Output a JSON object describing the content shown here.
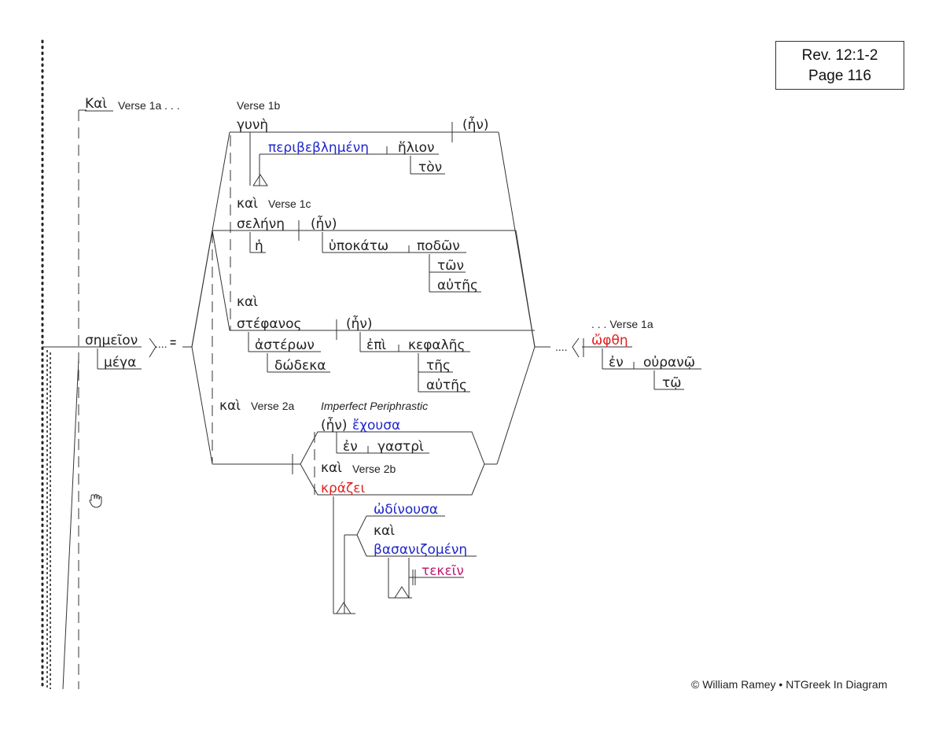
{
  "header": {
    "reference": "Rev. 12:1-2",
    "page": "Page 116"
  },
  "footer": {
    "copyright": "© William Ramey • NTGreek In Diagram"
  },
  "labels": {
    "verse_1a": "Verse 1a . . .",
    "verse_1b": "Verse 1b",
    "verse_1c": "Verse 1c",
    "verse_2a": "Verse 2a",
    "verse_2b": "Verse 2b",
    "verse_1a_end": ". . . Verse 1a",
    "imperfect_periphrastic": "Imperfect Periphrastic",
    "equals": "=",
    "dots_left": "....",
    "dots_right": "...."
  },
  "words": {
    "kai_main": "Καὶ",
    "gyne": "γυνὴ",
    "en_1": "(ἦν)",
    "peribeblemene": "περιβεβλημένη",
    "helion": "ἥλιον",
    "ton": "τὸν",
    "kai_1c": "καὶ",
    "selene": "σελήνη",
    "he": "ἡ",
    "en_2": "(ἦν)",
    "hypokato": "ὑποκάτω",
    "podon": "ποδῶν",
    "ton_pl": "τῶν",
    "autes_1": "αὐτῆς",
    "kai_3": "καὶ",
    "stephanos": "στέφανος",
    "en_3": "(ἦν)",
    "asteron": "ἀστέρων",
    "dodeka": "δώδεκα",
    "epi": "ἐπὶ",
    "kephales": "κεφαλῆς",
    "tes": "τῆς",
    "autes_2": "αὐτῆς",
    "semeion": "σημεῖον",
    "mega": "μέγα",
    "ophthe": "ὤφθη",
    "en_prep": "ἐν",
    "ourano": "οὐρανῷ",
    "to": "τῷ",
    "kai_2a": "καὶ",
    "en_4": "(ἦν)",
    "echousa": "ἔχουσα",
    "en_gastri": "ἐν",
    "gastri": "γαστρὶ",
    "kai_2b": "καὶ",
    "krazei": "κράζει",
    "odinousa": "ὠδίνουσα",
    "kai_4": "καὶ",
    "basanizomene": "βασανιζομένη",
    "tekein": "τεκεῖν"
  },
  "colors": {
    "participle": "#1f27c9",
    "finite_verb": "#e02020",
    "infinitive": "#c21a73",
    "text": "#222222"
  },
  "icons": {
    "hand": "hand-cursor-icon"
  }
}
